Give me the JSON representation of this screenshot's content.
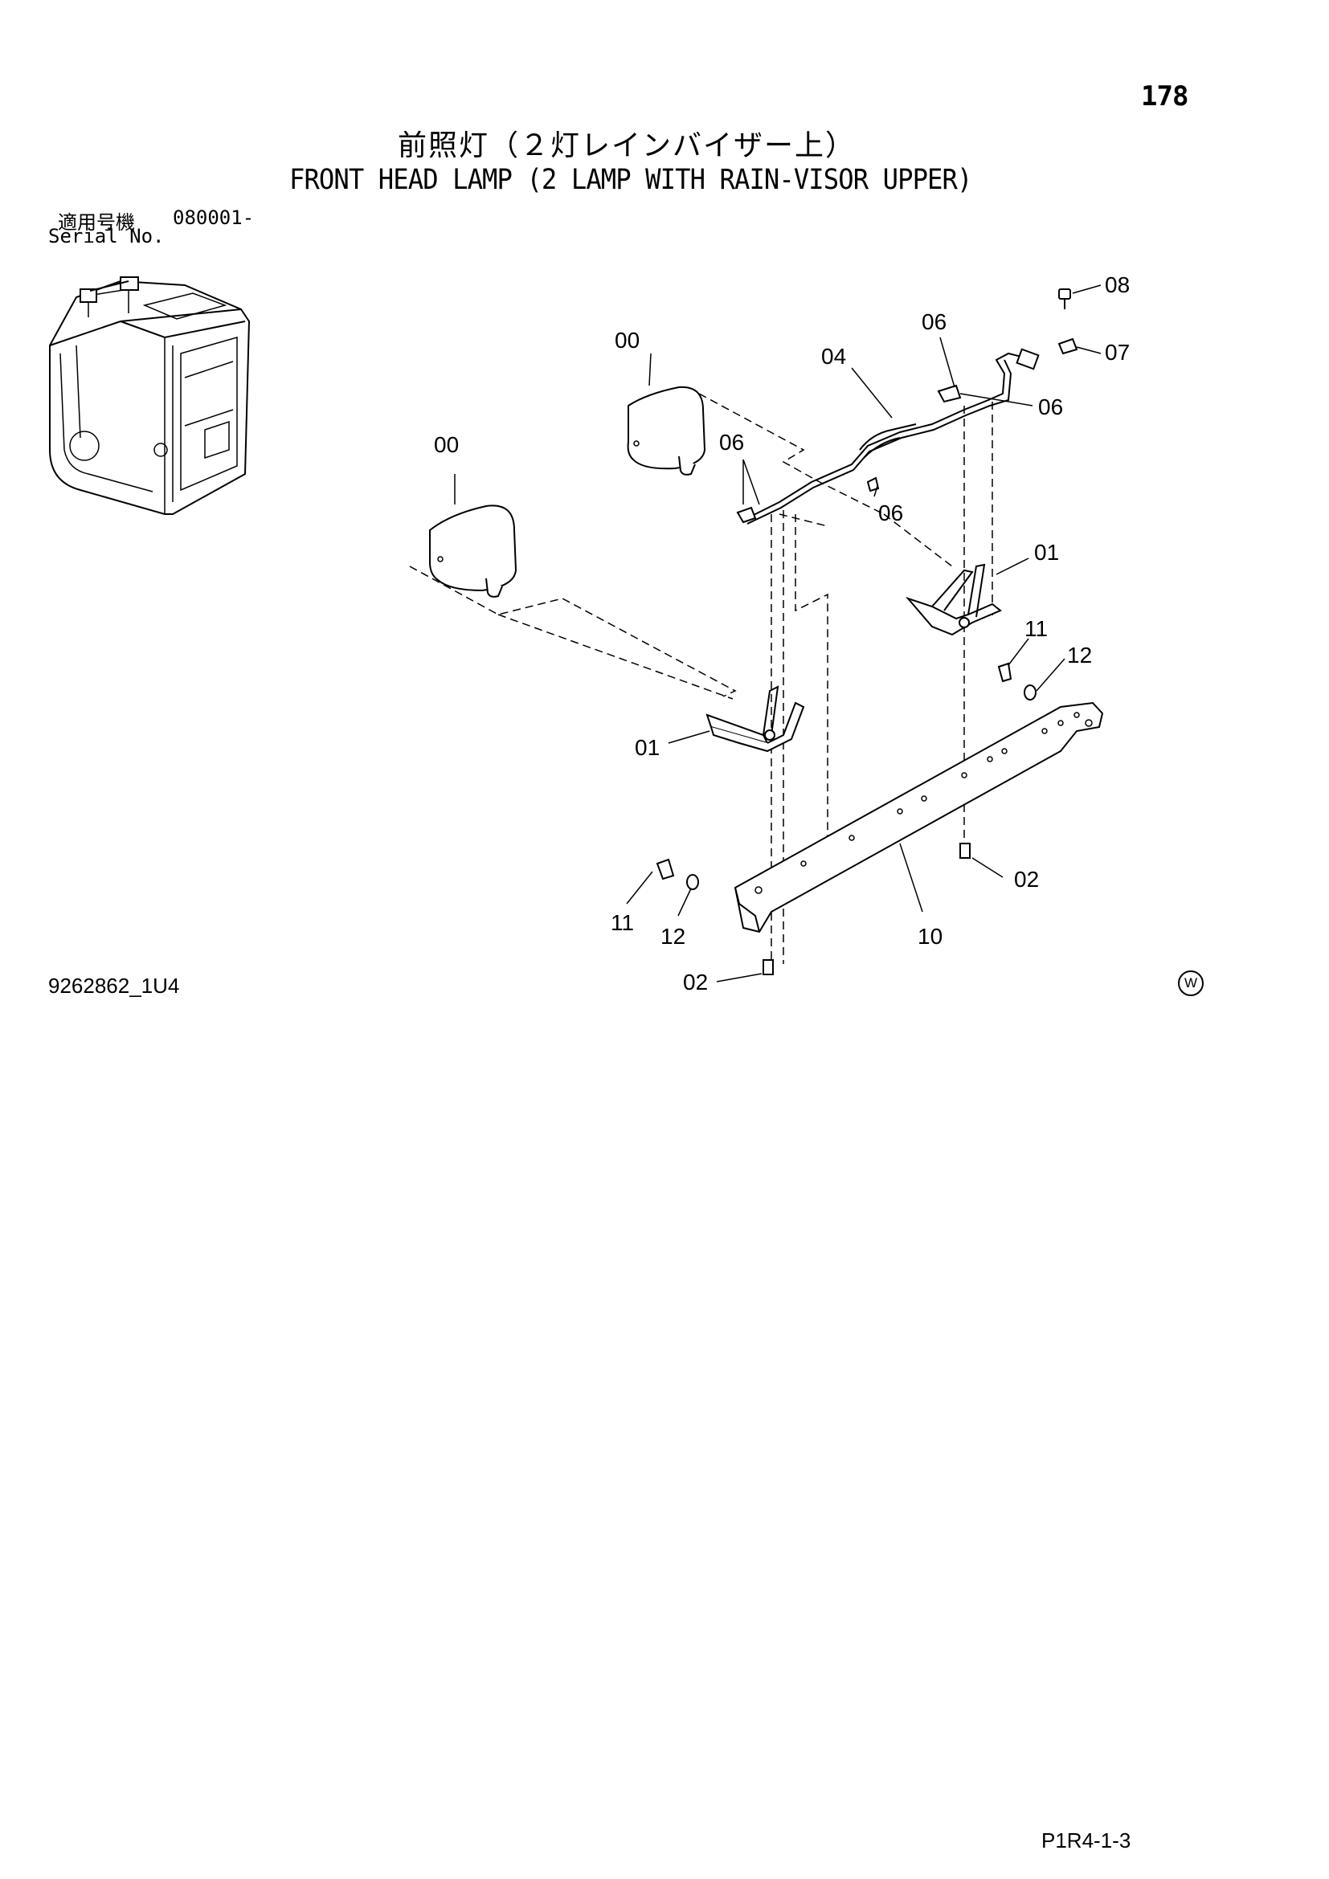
{
  "header": {
    "page_number": "178",
    "title_ja": "前照灯（２灯レインバイザー上）",
    "title_en": "FRONT HEAD LAMP (2 LAMP WITH RAIN-VISOR UPPER)",
    "serial_label_ja": "適用号機",
    "serial_range": "080001-",
    "serial_label_en": "Serial No."
  },
  "diagram": {
    "callouts": [
      {
        "id": "00a",
        "text": "00"
      },
      {
        "id": "00b",
        "text": "00"
      },
      {
        "id": "04",
        "text": "04"
      },
      {
        "id": "06a",
        "text": "06"
      },
      {
        "id": "06b",
        "text": "06"
      },
      {
        "id": "06c",
        "text": "06"
      },
      {
        "id": "06d",
        "text": "06"
      },
      {
        "id": "07",
        "text": "07"
      },
      {
        "id": "08",
        "text": "08"
      },
      {
        "id": "01a",
        "text": "01"
      },
      {
        "id": "01b",
        "text": "01"
      },
      {
        "id": "11a",
        "text": "11"
      },
      {
        "id": "12a",
        "text": "12"
      },
      {
        "id": "11b",
        "text": "11"
      },
      {
        "id": "12b",
        "text": "12"
      },
      {
        "id": "10",
        "text": "10"
      },
      {
        "id": "02a",
        "text": "02"
      },
      {
        "id": "02b",
        "text": "02"
      }
    ]
  },
  "footer": {
    "drawing_number": "9262862_1U4",
    "mark": "W",
    "page_ref": "P1R4-1-3"
  }
}
